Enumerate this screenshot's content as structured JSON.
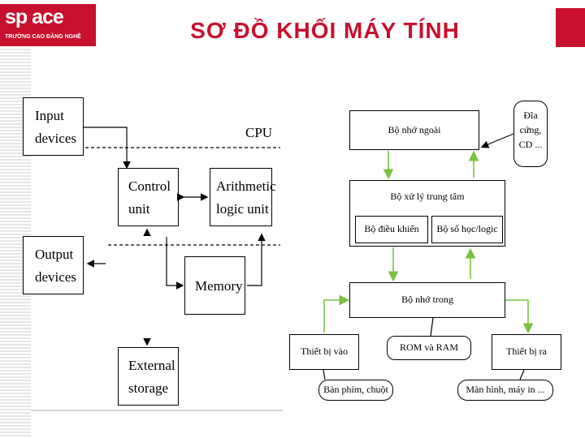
{
  "header": {
    "logo_text": "sp ace",
    "logo_tagline": "TRƯỜNG CAO ĐẲNG NGHỀ",
    "title": "SƠ ĐỒ KHỐI MÁY TÍNH"
  },
  "left_diagram": {
    "input_devices": [
      "Input",
      "devices"
    ],
    "cpu_label": "CPU",
    "control_unit": [
      "Control",
      "unit"
    ],
    "alu": [
      "Arithmetic",
      "logic unit"
    ],
    "output_devices": [
      "Output",
      "devices"
    ],
    "memory": "Memory",
    "external_storage": [
      "External",
      "storage"
    ]
  },
  "right_diagram": {
    "external_memory": "Bộ nhớ ngoài",
    "disk_note": [
      "Đĩa",
      "cứng,",
      "CD ..."
    ],
    "cpu": "Bộ xử lý trung tâm",
    "control": "Bộ điều khiển",
    "alu": "Bộ số học/logic",
    "internal_memory": "Bộ nhớ trong",
    "rom_ram": "ROM và RAM",
    "input_device": "Thiết bị vào",
    "output_device": "Thiết bị ra",
    "keyboard_mouse": "Bàn phím, chuột",
    "screen_printer": "Màn hình, máy in ..."
  },
  "colors": {
    "brand_red": "#c8102e",
    "arrow_green": "#7ac143"
  }
}
